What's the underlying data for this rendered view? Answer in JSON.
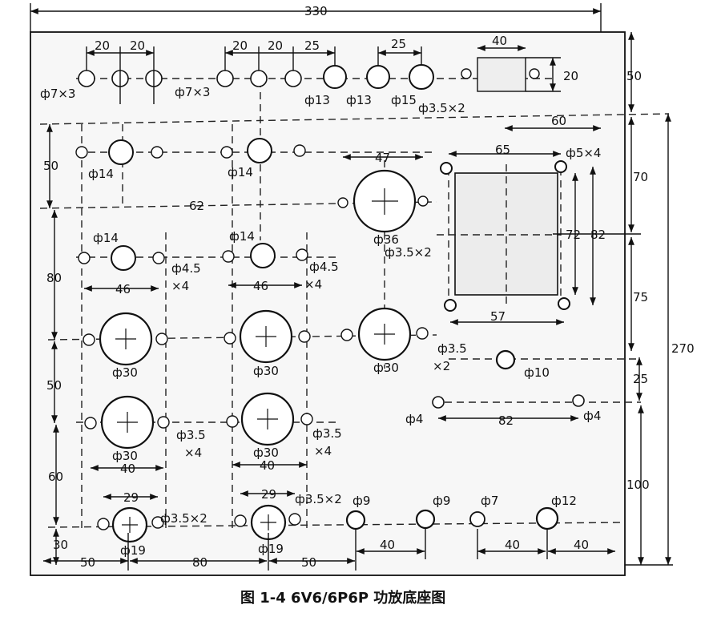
{
  "caption": "图 1-4  6V6/6P6P 功放底座图",
  "colors": {
    "ink": "#111111",
    "paper": "#ffffff",
    "panel_shade": "#f4f4f4"
  },
  "dimensions": {
    "overall_width": "330",
    "overall_height": "270",
    "top_row": {
      "d1": "20",
      "d2": "20",
      "d3": "20",
      "d4": "20",
      "d5": "25",
      "d6": "25",
      "d7": "40",
      "d8": "20"
    },
    "right_side": {
      "r50": "50",
      "r70": "70",
      "r75": "75",
      "r25": "25",
      "r100": "100",
      "r60": "60",
      "r65": "65",
      "r72": "72",
      "r82": "82"
    },
    "left_side": {
      "l50": "50",
      "l80": "80",
      "l50b": "50",
      "l60": "60",
      "l30": "30",
      "l62": "62"
    },
    "inner": {
      "w47": "47",
      "w46a": "46",
      "w46b": "46",
      "w40a": "40",
      "w40b": "40",
      "w29a": "29",
      "w29b": "29",
      "w57": "57",
      "w82": "82"
    },
    "bottom_row": {
      "b50a": "50",
      "b80": "80",
      "b50b": "50",
      "b40a": "40",
      "b40b": "40",
      "b40c": "40"
    }
  },
  "labels": {
    "p7x3a": "ф7×3",
    "p7x3b": "ф7×3",
    "p13a": "ф13",
    "p13b": "ф13",
    "p15": "ф15",
    "p35x2top": "ф3.5×2",
    "p5x4": "ф5×4",
    "p14a": "ф14",
    "p14b": "ф14",
    "p14c": "ф14",
    "p14d": "ф14",
    "p36": "ф36",
    "p35x2mid": "ф3.5×2",
    "p45a": "ф4.5",
    "x4a": "×4",
    "p45b": "ф4.5",
    "x4b": "×4",
    "p30a": "ф30",
    "p30b": "ф30",
    "p30c": "ф30",
    "p30d": "ф30",
    "p30e": "ф30",
    "p35a": "ф3.5",
    "x2a": "×2",
    "p10": "ф10",
    "p4a": "ф4",
    "p4b": "ф4",
    "p35b": "ф3.5",
    "x4c": "×4",
    "p35c": "ф3.5",
    "x4d": "×4",
    "p35x2bot": "ф3.5×2",
    "p35x2bot2": "ф3.5×2",
    "p9a": "ф9",
    "p9b": "ф9",
    "p7": "ф7",
    "p12": "ф12",
    "p19a": "ф19",
    "p19b": "ф19"
  }
}
